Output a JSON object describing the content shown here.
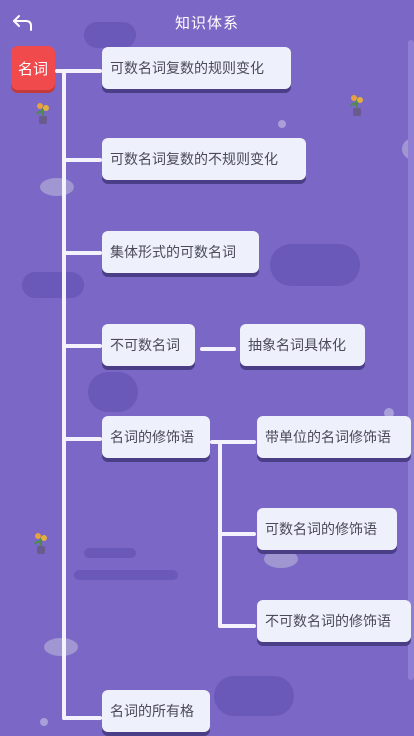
{
  "header": {
    "title": "知识体系",
    "back_icon": "back-arrow-icon"
  },
  "root": {
    "label": "名词",
    "color": "#f04a4c"
  },
  "nodes": [
    {
      "label": "可数名词复数的规则变化"
    },
    {
      "label": "可数名词复数的不规则变化"
    },
    {
      "label": "集体形式的可数名词"
    },
    {
      "label": "不可数名词"
    },
    {
      "label": "抽象名词具体化"
    },
    {
      "label": "名词的修饰语"
    },
    {
      "label": "带单位的名词修饰语"
    },
    {
      "label": "可数名词的修饰语"
    },
    {
      "label": "不可数名词的修饰语"
    },
    {
      "label": "名词的所有格"
    }
  ],
  "colors": {
    "background": "#7b68c6",
    "node": "#eef0fb",
    "line": "#f4f2ff",
    "text": "#4a4a5a"
  }
}
